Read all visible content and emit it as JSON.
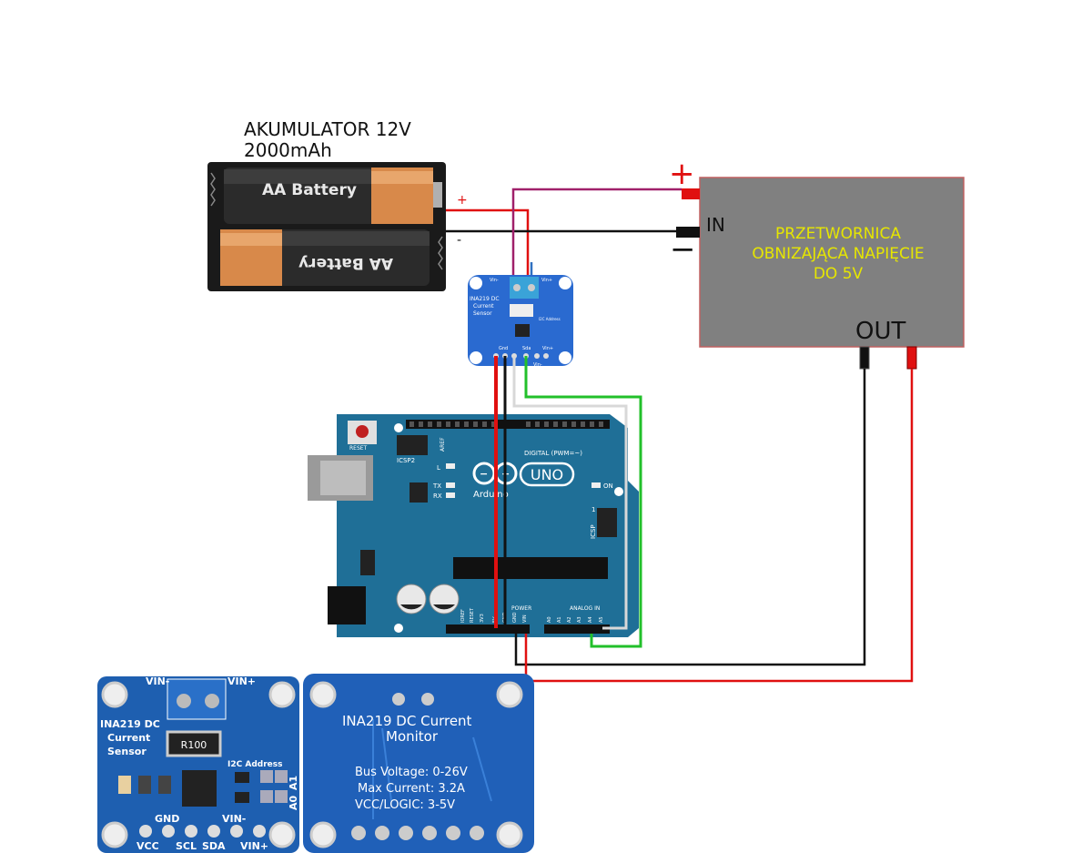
{
  "battery": {
    "title_line1": "AKUMULATOR 12V",
    "title_line2": "2000mAh",
    "cell_top": "AA Battery",
    "cell_bottom": "AA Battery",
    "plus": "+",
    "minus": "-"
  },
  "converter": {
    "title_line1": "PRZETWORNICA",
    "title_line2": "OBNIZAJĄCA NAPIĘCIE",
    "title_line3": "DO 5V",
    "in_label": "IN",
    "out_label": "OUT",
    "plus_sign": "+",
    "minus_sign": "−",
    "body_color": "#808080",
    "text_color": "#e6e600"
  },
  "sensor_small": {
    "vin_minus": "Vin-",
    "vin_plus": "Vin+",
    "title1": "INA219 DC",
    "title2": "Current",
    "title3": "Sensor",
    "i2c": "I2C Address",
    "gnd": "Gnd",
    "sda": "Sda",
    "vin_minus_bottom": "Vin-",
    "vin_plus_bottom": "Vin+"
  },
  "arduino": {
    "reset": "RESET",
    "icsp2": "ICSP2",
    "aref": "AREF",
    "digital": "DIGITAL (PWM=~)",
    "led_l": "L",
    "led_tx": "TX",
    "led_rx": "RX",
    "led_on": "ON",
    "uno": "UNO",
    "brand": "Arduino",
    "icsp": "ICSP",
    "icsp_num": "1",
    "power": "POWER",
    "analog_in": "ANALOG IN",
    "pins_power": [
      "IOREF",
      "RESET",
      "3V3",
      "5V",
      "GND",
      "GND",
      "VIN"
    ],
    "pins_analog": [
      "A0",
      "A1",
      "A2",
      "A3",
      "A4",
      "A5"
    ],
    "board_color": "#1f6f97"
  },
  "photo_front": {
    "vin_minus": "VIN-",
    "vin_plus": "VIN+",
    "title1": "INA219 DC",
    "title2": "Current",
    "title3": "Sensor",
    "resistor": "R100",
    "i2c": "I2C Address",
    "a1": "A1",
    "a0": "A0",
    "gnd": "GND",
    "vin_minus_bottom": "VIN-",
    "pins": [
      "VCC",
      "SCL",
      "SDA",
      "VIN+"
    ]
  },
  "photo_back": {
    "title1": "INA219 DC Current",
    "title2": "Monitor",
    "spec1": "Bus Voltage: 0-26V",
    "spec2": "Max Current: 3.2A",
    "spec3": "VCC/LOGIC: 3-5V"
  },
  "wires": {
    "red": "#e01010",
    "black": "#111111",
    "green": "#22c02a",
    "white": "#d8d8d8",
    "purple": "#a0206a",
    "blue": "#3070c0"
  }
}
